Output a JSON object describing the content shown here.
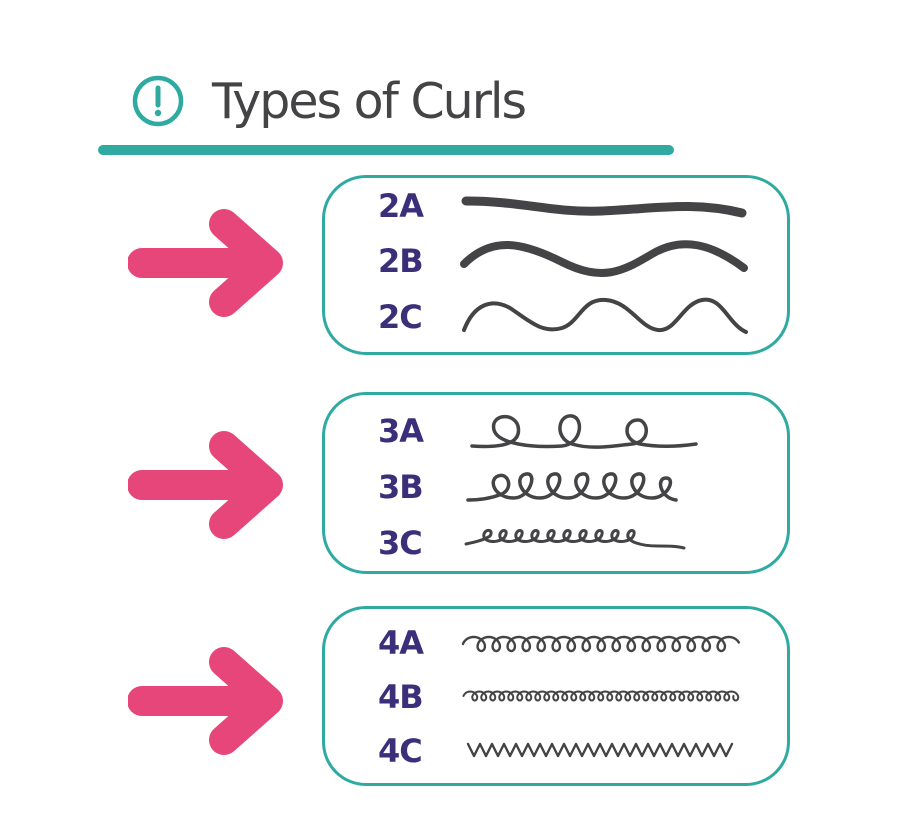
{
  "title": "Types of Curls",
  "colors": {
    "teal": "#2eaaa1",
    "arrow": "#e6467a",
    "label": "#3c2f7a",
    "curl": "#444446",
    "title": "#444446"
  },
  "icons": {
    "title_icon": "alert-circle-icon",
    "group_icon": "arrow-right-icon"
  },
  "groups": [
    {
      "rows": [
        {
          "label": "2A",
          "pattern": "wave-2a"
        },
        {
          "label": "2B",
          "pattern": "wave-2b"
        },
        {
          "label": "2C",
          "pattern": "wave-2c"
        }
      ]
    },
    {
      "rows": [
        {
          "label": "3A",
          "pattern": "loops-3a"
        },
        {
          "label": "3B",
          "pattern": "loops-3b"
        },
        {
          "label": "3C",
          "pattern": "loops-3c"
        }
      ]
    },
    {
      "rows": [
        {
          "label": "4A",
          "pattern": "coils-4a"
        },
        {
          "label": "4B",
          "pattern": "coils-4b"
        },
        {
          "label": "4C",
          "pattern": "zigzag-4c"
        }
      ]
    }
  ]
}
